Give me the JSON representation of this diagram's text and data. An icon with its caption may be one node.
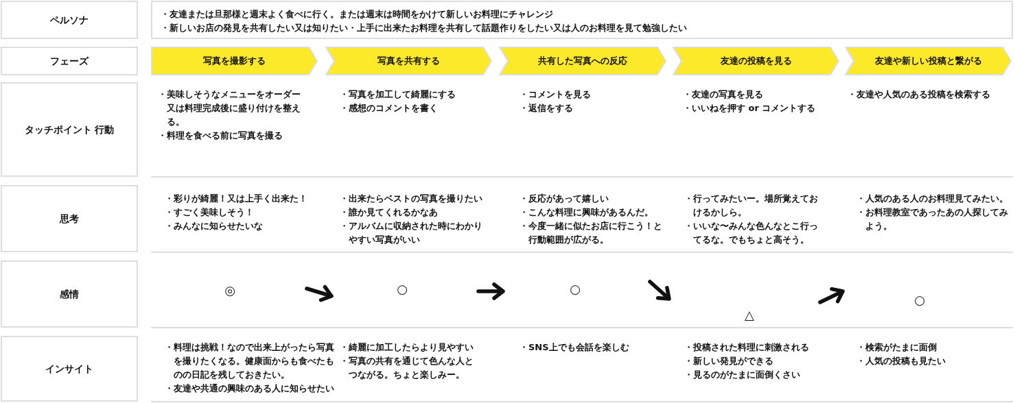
{
  "diagram": {
    "nodes": [
      {
        "text": [
          "ペルソナ"
        ]
      },
      {
        "text": [
          "・友達または旦那様と週末よく食べに行く。または週末は時間をかけて新しいお料理にチャレンジ",
          "・新しいお店の発見を共有したい又は知りたい・上手に出来たお料理を共有して話題作りをしたい又は人のお料理を見て勉強したい"
        ]
      },
      {
        "text": [
          "フェーズ"
        ]
      },
      {
        "text": [
          "写真を撮影する"
        ]
      },
      {
        "text": [
          "写真を共有する"
        ]
      },
      {
        "text": [
          "共有した写真への反応"
        ]
      },
      {
        "text": [
          "友達の投稿を見る"
        ]
      },
      {
        "text": [
          "友達や新しい投稿と繋がる"
        ]
      },
      {
        "text": [
          "タッチポイント 行動"
        ]
      },
      {
        "text": [
          "思考"
        ]
      },
      {
        "text": [
          "感情"
        ]
      },
      {
        "text": [
          "インサイト"
        ]
      }
    ],
    "labels": [
      "・美味しそうなメニューをオーダー又は料理完成後に盛り付けを整える。",
      "・料理を食べる前に写真を撮る",
      "・写真を加工して綺麗にする",
      "・感想のコメントを書く",
      "・コメントを見る",
      "・返信をする",
      "・友達の写真を見る",
      "・いいねを押す or コメントする",
      "・友達や人気のある投稿を検索する",
      "・彩りが綺麗！又は上手く出来た！",
      "・すごく美味しそう！",
      "・みんなに知らせたいな",
      "・出来たらベストの写真を撮りたい",
      "・誰か見てくれるかなあ",
      "・アルバムに収納された時にわかりやすい写真がいい",
      "・反応があって嬉しい",
      "・こんな料理に興味があるんだ。",
      "・今度一緒に似たお店に行こう！と行動範囲が広がる。",
      "・行ってみたいー。場所覚えておけるかしら。",
      "・いいな〜みんな色んなとこ行ってるな。でもちょと高そう。",
      "・人気のある人のお料理見てみたい。",
      "・お料理教室であったあの人探してみよう。",
      "◎",
      "○",
      "○",
      "△",
      "○",
      "・料理は挑戦！なので出来上がったら写真を撮りたくなる。健康面からも食べたものの日記を残しておきたい。",
      "・友達や共通の興味のある人に知らせたい",
      "・綺麗に加工したらより見やすい",
      "・写真の共有を通じて色んな人とつながる。ちょと楽しみー。",
      "・SNS上でも会話を楽しむ",
      "・投稿された料理に刺激される",
      "・新しい発見ができる",
      "・見るのがたまに面倒くさい",
      "・検索がたまに面倒",
      "・人気の投稿も見たい"
    ]
  }
}
